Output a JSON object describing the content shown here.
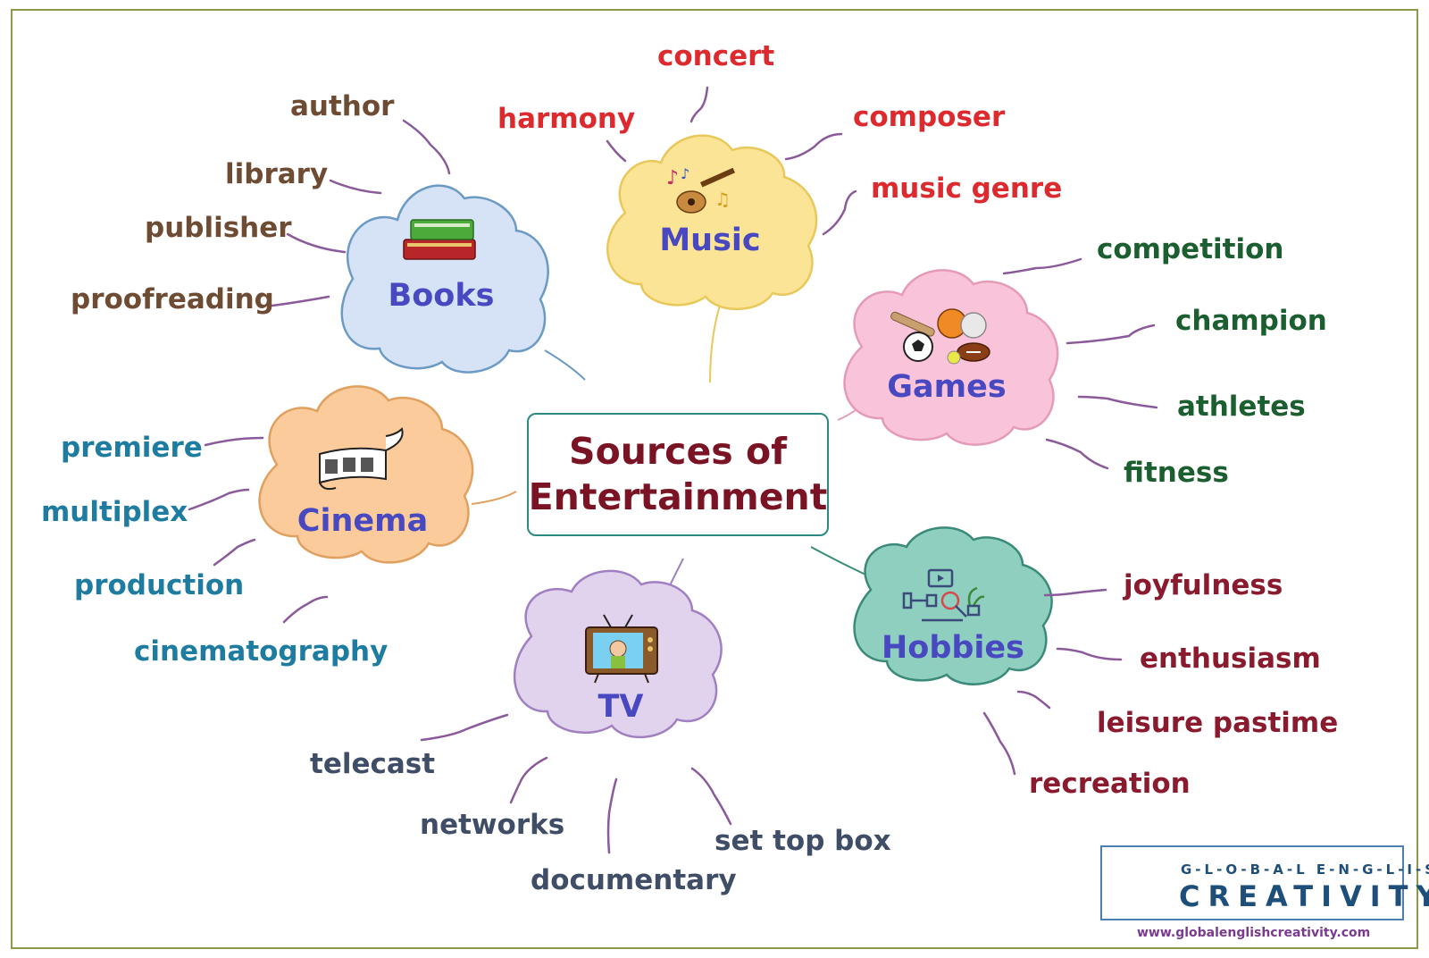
{
  "center": {
    "line1": "Sources of",
    "line2": "Entertainment"
  },
  "topics": {
    "books": "Books",
    "music": "Music",
    "games": "Games",
    "cinema": "Cinema",
    "hobbies": "Hobbies",
    "tv": "TV"
  },
  "words": {
    "books": [
      "author",
      "library",
      "publisher",
      "proofreading"
    ],
    "music": [
      "concert",
      "harmony",
      "composer",
      "music genre"
    ],
    "games": [
      "competition",
      "champion",
      "athletes",
      "fitness"
    ],
    "cinema": [
      "premiere",
      "multiplex",
      "production",
      "cinematography"
    ],
    "hobbies": [
      "joyfulness",
      "enthusiasm",
      "leisure pastime",
      "recreation"
    ],
    "tv": [
      "telecast",
      "networks",
      "documentary",
      "set top box"
    ]
  },
  "logo": {
    "top": "G-L-O-B-A-L E-N-G-L-I-S-H",
    "main": "CREATIVITY",
    "url": "www.globalenglishcreativity.com"
  },
  "icons": {
    "books": "books-icon",
    "music": "guitar-icon",
    "games": "sports-balls-icon",
    "cinema": "film-reel-icon",
    "hobbies": "hobbies-icon",
    "tv": "tv-icon",
    "logo": "globe-icon"
  },
  "colors": {
    "books_cloud": "#d6e2f5",
    "music_cloud": "#fce496",
    "games_cloud": "#f9c4da",
    "cinema_cloud": "#fbcb9b",
    "hobbies_cloud": "#8fcfbf",
    "tv_cloud": "#e1d3ee",
    "topic_text": "#4848c0",
    "center_text": "#7a1424",
    "books_words": "#6e4b33",
    "music_words": "#dc2a2e",
    "games_words": "#1b5e2f",
    "cinema_words": "#1e7ca0",
    "hobbies_words": "#8a1a2e",
    "tv_words": "#3f4d66"
  }
}
